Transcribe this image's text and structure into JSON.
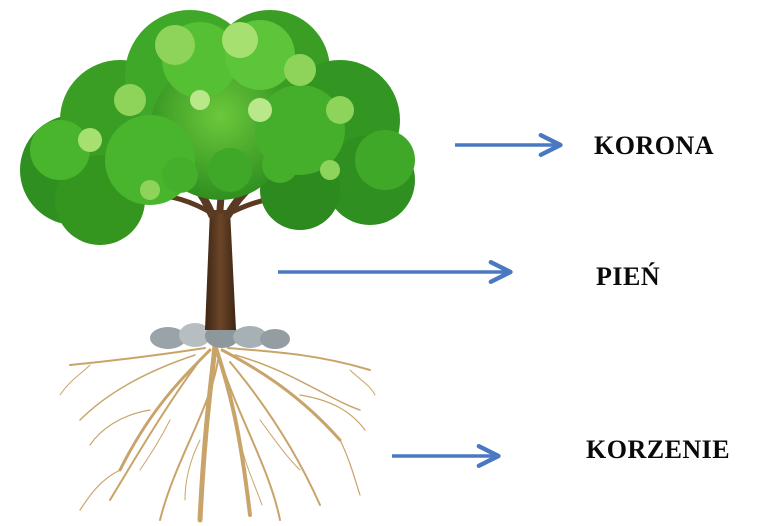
{
  "labels": {
    "crown": "KORONA",
    "trunk": "PIEŃ",
    "roots": "KORZENIE"
  },
  "colors": {
    "arrow": "#4a78c2",
    "leaf_dark": "#2e8b1f",
    "leaf_mid": "#49b52c",
    "leaf_light": "#8fd45a",
    "trunk": "#5a3a22",
    "root": "#c9a46a",
    "stone": "#9aa3a8"
  }
}
